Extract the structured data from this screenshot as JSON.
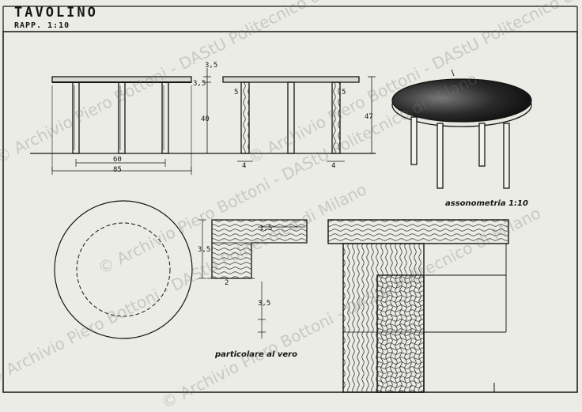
{
  "title": "TAVOLINO",
  "scale_label": "RAPP.  1:10",
  "watermark": "© Archivio Piero Bottoni - DAStU Politecnico di Milano",
  "labels": {
    "axonometry": "assonometria  1:10",
    "detail": "particolare al vero"
  },
  "dimensions": {
    "leg_spacing": "60",
    "top_width": "85",
    "top_thickness": "3,5",
    "top_edge": "3,5",
    "height_legs": "40",
    "total_height": "47",
    "leg_width_left": "5",
    "leg_width_right": "5",
    "leg_base_left": "4",
    "leg_base_right": "4",
    "detail_thickness": "3,5",
    "detail_groove": "1,5",
    "detail_width": "2",
    "detail_depth": "3,5"
  },
  "colors": {
    "paper": "#ecece6",
    "ink": "#151515"
  }
}
